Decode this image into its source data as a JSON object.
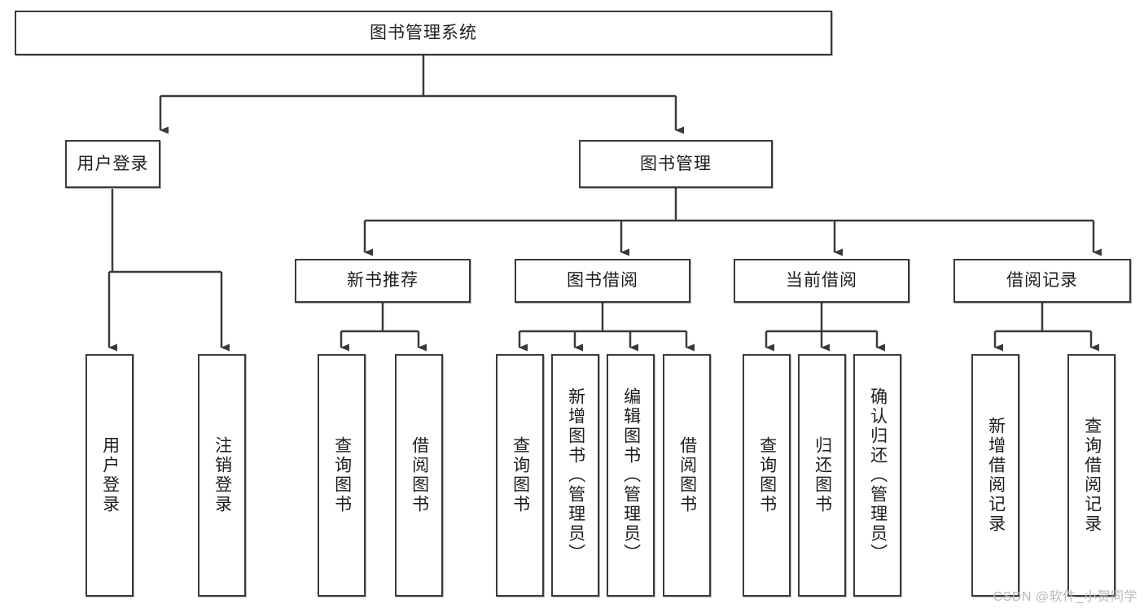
{
  "diagram": {
    "title": "图书管理系统",
    "type": "tree-hierarchy",
    "orientation": "top-down",
    "colors": {
      "box_border": "#3a3a3a",
      "box_fill": "#ffffff",
      "connector": "#3a3a3a",
      "text": "#1d1d1d",
      "watermark": "#b9b9b9"
    },
    "root": {
      "label": "图书管理系统"
    },
    "level2": [
      {
        "label": "用户登录"
      },
      {
        "label": "图书管理"
      }
    ],
    "level3": [
      {
        "label": "新书推荐"
      },
      {
        "label": "图书借阅"
      },
      {
        "label": "当前借阅"
      },
      {
        "label": "借阅记录"
      }
    ],
    "leaves": {
      "user_login": [
        {
          "label": "用户登录"
        },
        {
          "label": "注销登录"
        }
      ],
      "new_book_recommend": [
        {
          "label": "查询图书"
        },
        {
          "label": "借阅图书"
        }
      ],
      "book_borrow": [
        {
          "label": "查询图书"
        },
        {
          "label": "新增图书（管理员）"
        },
        {
          "label": "编辑图书（管理员）"
        },
        {
          "label": "借阅图书"
        }
      ],
      "current_borrow": [
        {
          "label": "查询图书"
        },
        {
          "label": "归还图书"
        },
        {
          "label": "确认归还（管理员）"
        }
      ],
      "borrow_record": [
        {
          "label": "新增借阅记录"
        },
        {
          "label": "查询借阅记录"
        }
      ]
    }
  },
  "watermark": {
    "text": "CSDN @软件_小贺同学"
  }
}
